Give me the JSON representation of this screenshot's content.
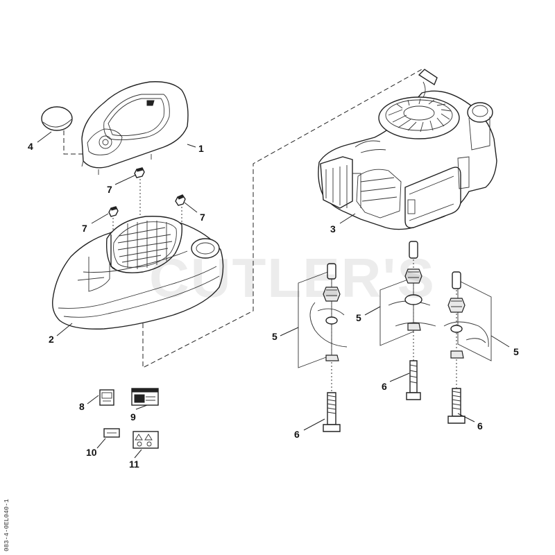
{
  "callouts": {
    "c1": "1",
    "c2": "2",
    "c3": "3",
    "c4": "4",
    "c5a": "5",
    "c5b": "5",
    "c5c": "5",
    "c6a": "6",
    "c6b": "6",
    "c6c": "6",
    "c7a": "7",
    "c7b": "7",
    "c7c": "7",
    "c8": "8",
    "c9": "9",
    "c10": "10",
    "c11": "11"
  },
  "watermark": "CUTLER'S",
  "drawing_code": "083-4-0EL040-1"
}
